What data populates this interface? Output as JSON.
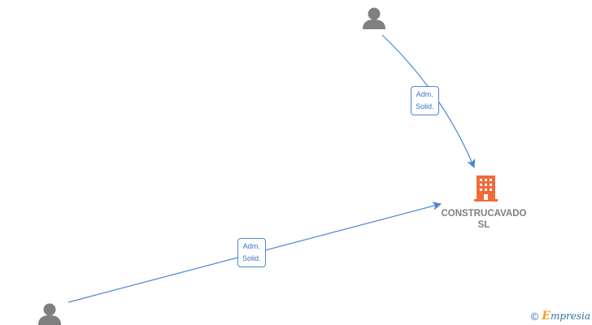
{
  "nodes": {
    "person_top": {
      "type": "person"
    },
    "person_bottom": {
      "type": "person"
    },
    "company": {
      "type": "company",
      "name_line1": "CONSTRUCAVADO",
      "name_line2": "SL"
    }
  },
  "edges": [
    {
      "from": "person_top",
      "to": "company",
      "label_line1": "Adm.",
      "label_line2": "Solid."
    },
    {
      "from": "person_bottom",
      "to": "company",
      "label_line1": "Adm.",
      "label_line2": "Solid."
    }
  ],
  "colors": {
    "edge": "#4a86d4",
    "person": "#808080",
    "company": "#f26a3a",
    "company_text": "#7f7f7f"
  },
  "icons": {
    "person": "person-icon",
    "company": "building-icon"
  },
  "watermark": {
    "copyright": "©",
    "brand_initial": "E",
    "brand_rest": "mpresia"
  }
}
